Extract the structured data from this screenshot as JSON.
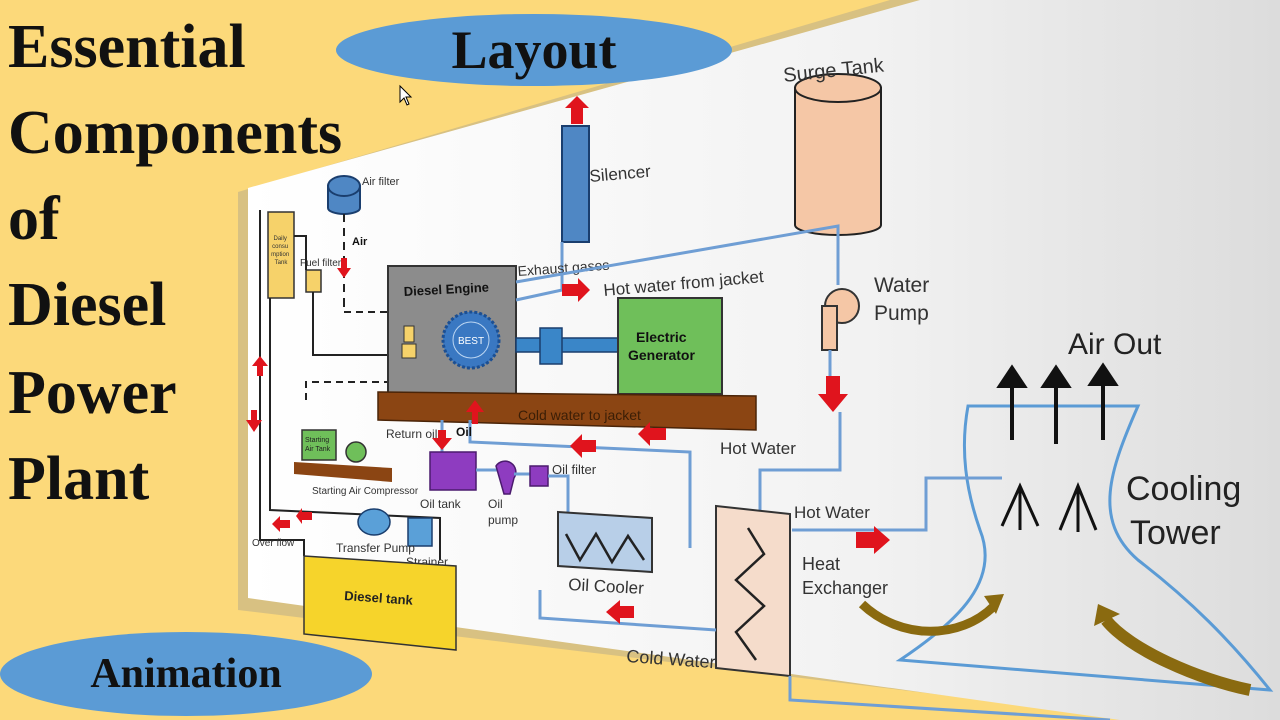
{
  "title_lines": [
    "Essential",
    "Components",
    "of",
    "Diesel",
    "Power",
    "Plant"
  ],
  "layout_badge": "Layout",
  "animation_badge": "Animation",
  "colors": {
    "background": "#fcd97a",
    "oval": "#5b9bd5",
    "engine": "#8c8c8c",
    "generator": "#6fbf5a",
    "base": "#8b4513",
    "silencer": "#4f87c4",
    "surge_tank": "#f5c7a6",
    "diesel_tank": "#f6d42b",
    "pipe": "#6f9ed4",
    "arrow": "#e0141d"
  },
  "diagram": {
    "surge_tank": "Surge Tank",
    "silencer": "Silencer",
    "air_filter": "Air filter",
    "air": "Air",
    "daily_tank": [
      "Daily",
      "consu",
      "mption",
      "Tank"
    ],
    "fuel_filter": "Fuel filter",
    "exhaust_gases": "Exhaust gases",
    "hot_water_from_jacket": "Hot water from jacket",
    "water_pump": [
      "Water",
      "Pump"
    ],
    "diesel_engine": "Diesel Engine",
    "logo_text": "BEST",
    "electric_generator": [
      "Electric",
      "Generator"
    ],
    "air_out": "Air Out",
    "cold_water_to_jacket": "Cold water to jacket",
    "return_oil": "Return oil",
    "oil": "Oil",
    "hot_water_1": "Hot Water",
    "starting_air_tank": [
      "Starting",
      "Air Tank"
    ],
    "oil_filter": "Oil filter",
    "starting_air_compressor": "Starting Air Compressor",
    "oil_tank": "Oil tank",
    "oil_pump": [
      "Oil",
      "pump"
    ],
    "cooling_tower": [
      "Cooling",
      "Tower"
    ],
    "hot_water_2": "Hot Water",
    "over_flow": "Over flow",
    "transfer_pump": "Transfer Pump",
    "strainer": "Strainer",
    "oil_cooler": "Oil Cooler",
    "heat_exchanger": [
      "Heat",
      "Exchanger"
    ],
    "diesel_tank": "Diesel tank",
    "cold_water": "Cold Water"
  }
}
